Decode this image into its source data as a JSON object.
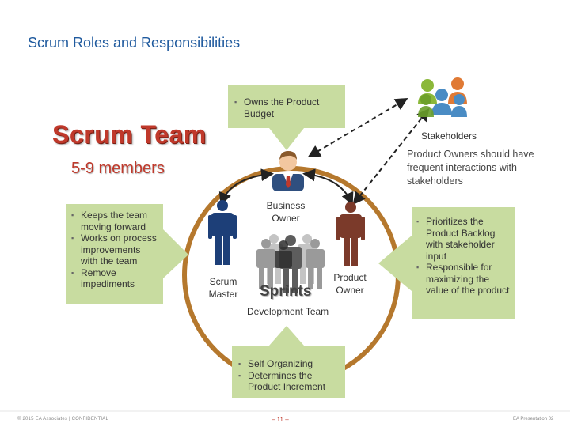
{
  "slide": {
    "title": "Scrum Roles and Responsibilities"
  },
  "team": {
    "title": "Scrum Team",
    "subtitle": "5-9 members"
  },
  "callouts": {
    "top": [
      "Owns the Product Budget"
    ],
    "left": [
      "Keeps the team moving forward",
      "Works on process improvements with the team",
      "Remove impediments"
    ],
    "right": [
      "Prioritizes the Product Backlog with stakeholder input",
      "Responsible for maximizing the value of the product"
    ],
    "bottom": [
      "Self Organizing",
      "Determines the Product Increment"
    ]
  },
  "stakeholders": {
    "label": "Stakeholders",
    "note": "Product Owners should have frequent interactions with stakeholders"
  },
  "roles": {
    "business_owner": "Business Owner",
    "scrum_master": "Scrum Master",
    "product_owner": "Product Owner",
    "sprints": "Sprints",
    "development_team": "Development Team"
  },
  "icons": {
    "business_owner": "businessman-icon",
    "scrum_master": "person-icon",
    "product_owner": "person-icon",
    "development_team": "group-of-people-icon",
    "stakeholders": "people-group-icon"
  },
  "colors": {
    "title": "#1f5a9e",
    "team_title": "#c0392b",
    "callout_fill": "#c8dca0",
    "cycle_ring": "#b5782d",
    "scrum_master": "#1d3f78",
    "product_owner": "#7b3a2a",
    "development_team": "#9a9a9a",
    "stakeholder_green": "#8bb83a",
    "stakeholder_orange": "#e07a35",
    "stakeholder_blue": "#4a8cc4"
  },
  "footer": {
    "left": "© 2015 EA Associates   |   CONFIDENTIAL",
    "center": "– 11 –",
    "right": "EA Presentation 02"
  }
}
